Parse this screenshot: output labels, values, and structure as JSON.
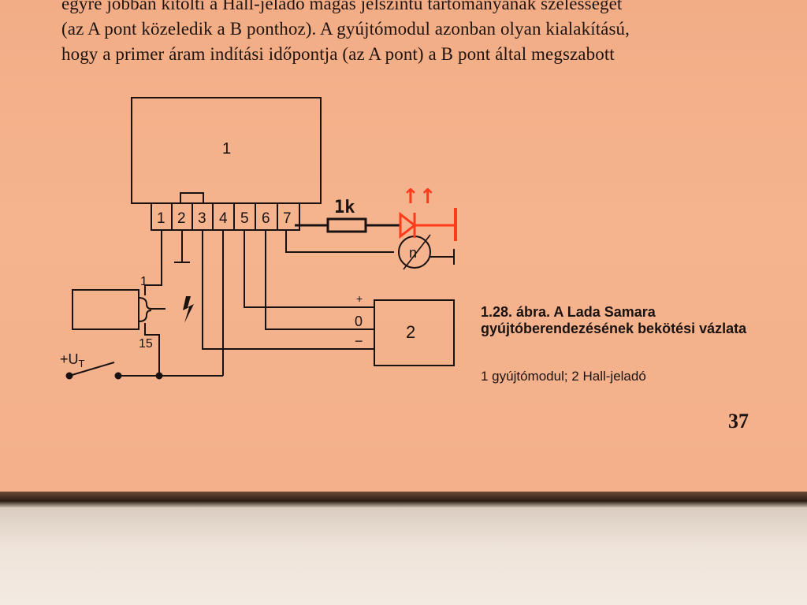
{
  "page": {
    "body_lines": [
      "egyre jobban kitölti a Hall-jeladó magas jelszintű tartományának szélességét",
      "(az A pont közeledik a B ponthoz). A gyújtómodul azonban olyan kialakítású,",
      "hogy a primer áram indítási időpontja (az A pont) a B pont által megszabott"
    ],
    "caption_title": "1.28. ábra. A Lada Samara gyújtóberendezésének bekötési vázlata",
    "caption_legend": "1 gyújtómodul; 2 Hall-jeladó",
    "page_number": "37"
  },
  "diagram": {
    "module_label": "1",
    "pins": [
      "1",
      "2",
      "3",
      "4",
      "5",
      "6",
      "7"
    ],
    "coil_terminal_top": "1",
    "coil_terminal_bottom": "15",
    "supply_label": "+U",
    "supply_subscript": "T",
    "hall_label": "2",
    "hall_plus": "+",
    "hall_zero": "0",
    "hall_minus": "−",
    "tach_label": "n",
    "resistor_label": "1k",
    "led_arrows": "↑↑",
    "colors": {
      "ink": "#1a1210",
      "annotation_red": "#ff3a1a",
      "page": "#f4b18b",
      "desk": "#e9dcd0"
    }
  }
}
